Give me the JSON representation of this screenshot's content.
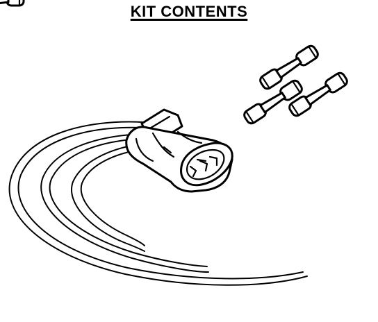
{
  "title": "KIT CONTENTS",
  "colors": {
    "ink": "#000000",
    "paper": "#ffffff"
  },
  "parts": {
    "connector": {
      "terminal_count": 3
    },
    "wires": {
      "count": 3
    },
    "butt_connectors": {
      "count": 3
    }
  }
}
